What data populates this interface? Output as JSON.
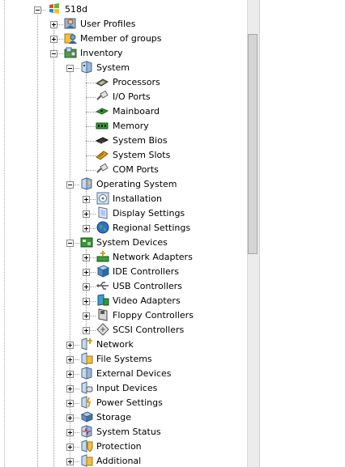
{
  "tree": {
    "root": {
      "label": "518d",
      "icon": "windows-logo-icon"
    },
    "user_profiles": {
      "label": "User Profiles",
      "icon": "user-profile-icon"
    },
    "member_of_groups": {
      "label": "Member of groups",
      "icon": "group-icon"
    },
    "inventory": {
      "label": "Inventory",
      "icon": "inventory-icon",
      "system": {
        "label": "System",
        "icon": "system-icon",
        "children": [
          {
            "label": "Processors",
            "icon": "processor-icon"
          },
          {
            "label": "I/O Ports",
            "icon": "port-icon"
          },
          {
            "label": "Mainboard",
            "icon": "mainboard-icon"
          },
          {
            "label": "Memory",
            "icon": "memory-icon"
          },
          {
            "label": "System Bios",
            "icon": "bios-chip-icon"
          },
          {
            "label": "System Slots",
            "icon": "slot-icon"
          },
          {
            "label": "COM Ports",
            "icon": "port-icon"
          }
        ]
      },
      "operating_system": {
        "label": "Operating System",
        "icon": "operating-system-icon",
        "children": [
          {
            "label": "Installation",
            "icon": "installation-icon"
          },
          {
            "label": "Display Settings",
            "icon": "display-icon"
          },
          {
            "label": "Regional Settings",
            "icon": "globe-icon"
          }
        ]
      },
      "system_devices": {
        "label": "System Devices",
        "icon": "system-devices-icon",
        "children": [
          {
            "label": "Network Adapters",
            "icon": "network-adapter-icon"
          },
          {
            "label": "IDE Controllers",
            "icon": "ide-controller-icon"
          },
          {
            "label": "USB Controllers",
            "icon": "usb-icon"
          },
          {
            "label": "Video Adapters",
            "icon": "video-adapter-icon"
          },
          {
            "label": "Floppy Controllers",
            "icon": "floppy-icon"
          },
          {
            "label": "SCSI Controllers",
            "icon": "scsi-icon"
          }
        ]
      },
      "collapsed": [
        {
          "label": "Network",
          "icon": "network-icon"
        },
        {
          "label": "File Systems",
          "icon": "file-systems-icon"
        },
        {
          "label": "External Devices",
          "icon": "external-devices-icon"
        },
        {
          "label": "Input Devices",
          "icon": "input-devices-icon"
        },
        {
          "label": "Power Settings",
          "icon": "power-icon"
        },
        {
          "label": "Storage",
          "icon": "storage-icon"
        },
        {
          "label": "System Status",
          "icon": "system-status-icon"
        },
        {
          "label": "Protection",
          "icon": "protection-icon"
        },
        {
          "label": "Additional",
          "icon": "additional-icon"
        }
      ]
    }
  },
  "colors": {
    "connector": "#9a9a9a",
    "background": "#ffffff",
    "scrollbar_thumb": "#d4d4d4"
  }
}
